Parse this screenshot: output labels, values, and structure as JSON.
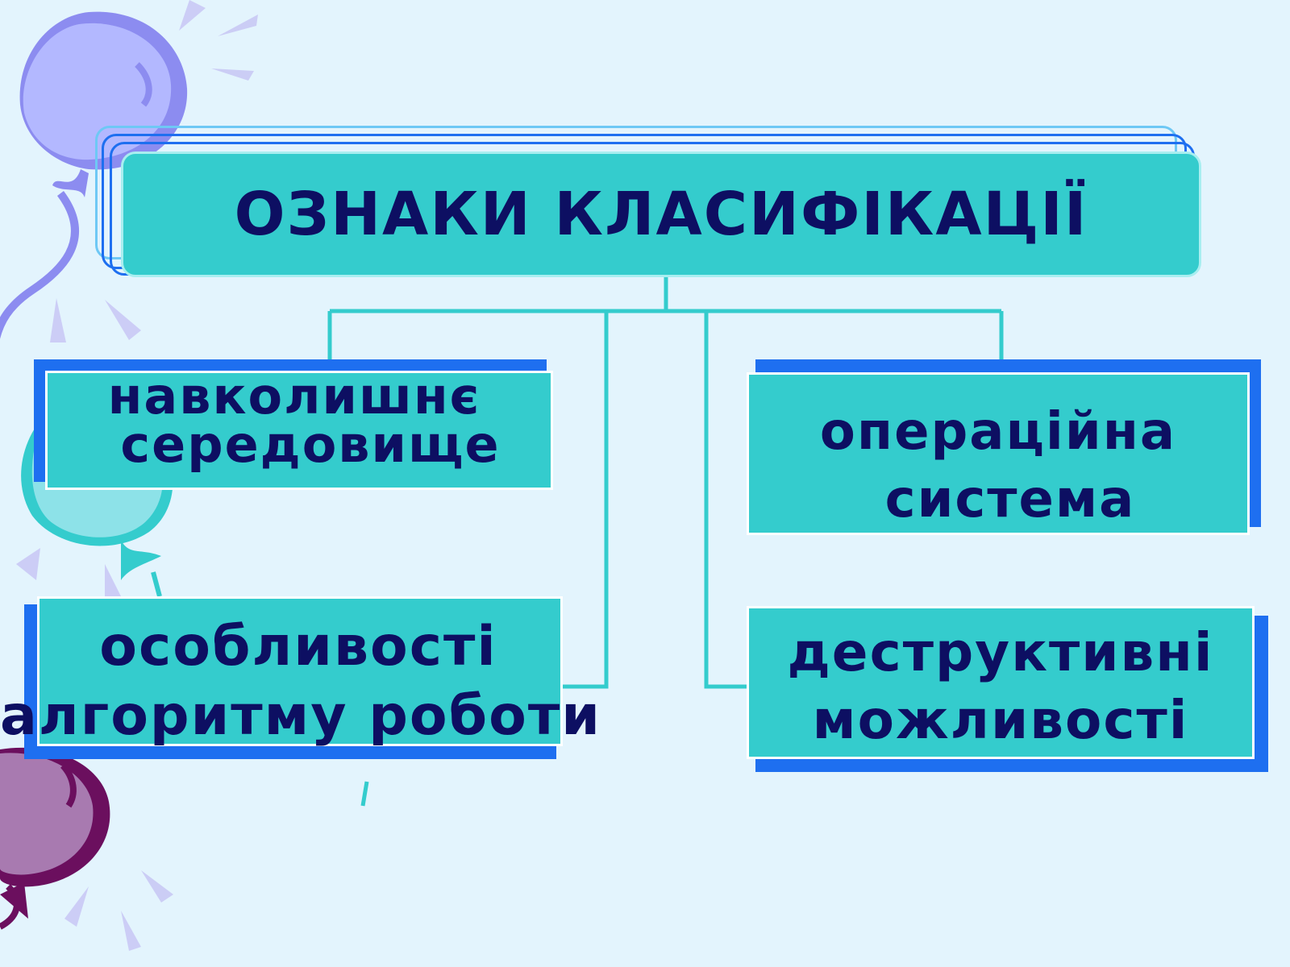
{
  "title": "ОЗНАКИ КЛАСИФІКАЦІЇ",
  "categories": [
    {
      "line1": "навколишнє",
      "line2": "середовище"
    },
    {
      "line1": "операційна",
      "line2": "система"
    },
    {
      "line1": "особливості",
      "line2": "алгоритму роботи"
    },
    {
      "line1": "деструктивні",
      "line2": "можливості"
    }
  ],
  "colors": {
    "background": "#e3f4fd",
    "box_fill": "#34cccd",
    "box_shadow": "#1e6ff0",
    "text": "#0d0f62",
    "connector": "#34cccd"
  }
}
